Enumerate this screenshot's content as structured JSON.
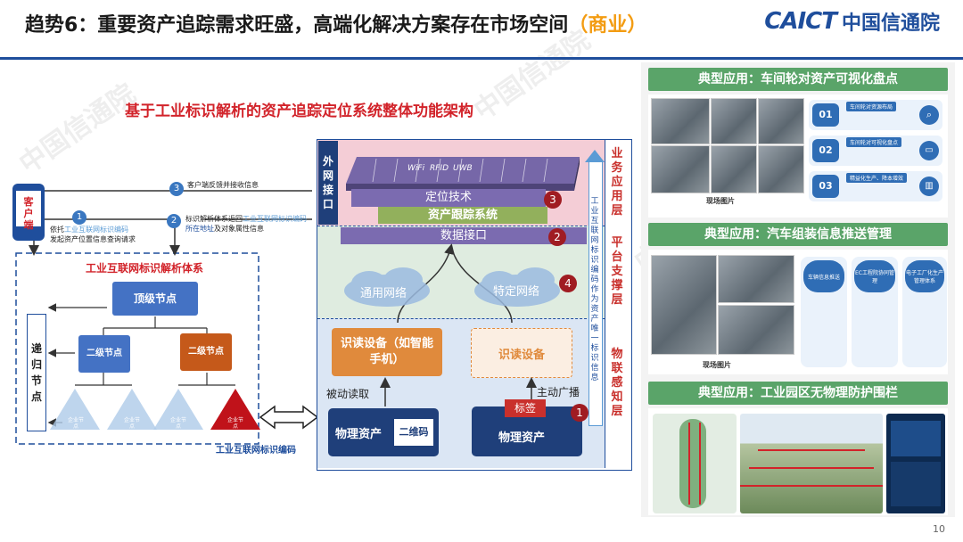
{
  "header": {
    "title_main": "趋势6：重要资产追踪需求旺盛，高端化解决方案存在市场空间",
    "title_tag": "（商业）",
    "logo_en": "CAICT",
    "logo_cn": "中国信通院"
  },
  "subtitle": "基于工业标识解析的资产追踪定位系统整体功能架构",
  "left_diagram": {
    "client_label": "客户端",
    "steps": [
      {
        "num": "1",
        "text_a": "依托",
        "text_highlight": "工业互联网标识编码",
        "text_b": "发起资产位置信息查询请求"
      },
      {
        "num": "2",
        "text_a": "标识解析体系返回",
        "text_highlight": "工业互联网标识编码",
        "text_b": "所在地址",
        "text_c": "及对象属性信息"
      },
      {
        "num": "3",
        "text_a": "客户端反馈并接收信息"
      }
    ],
    "system_title": "工业互联网标识解析体系",
    "recursive_label": "递归节点",
    "top_node": "顶级节点",
    "second_nodes": [
      "二级节点",
      "二级节点"
    ],
    "enterprise_nodes": [
      "企业节点",
      "企业节点",
      "企业节点",
      "企业节点"
    ],
    "code_label": "工业互联网标识编码"
  },
  "middle_diagram": {
    "outer_interface": "外网接口",
    "tech_items": [
      "WiFi",
      "RFID",
      "UWB"
    ],
    "positioning_tech": "定位技术",
    "asset_tracking": "资产跟踪系统",
    "data_interface": "数据接口",
    "general_network": "通用网络",
    "specific_network": "特定网络",
    "reader_a": "识读设备（如智能手机）",
    "reader_b": "识读设备",
    "passive_read": "被动读取",
    "active_broadcast": "主动广播",
    "physical_asset_a": "物理资产",
    "qr_code": "二维码",
    "tag": "标签",
    "physical_asset_b": "物理资产",
    "side_text": "工业互联网标识编码作为资产唯一标识信息",
    "layers": [
      {
        "num": "3",
        "label": "业务应用层"
      },
      {
        "num": "2",
        "label": "平台支撑层"
      },
      {
        "num": "1",
        "label": "物联感知层"
      }
    ],
    "num4": "4"
  },
  "right_panels": [
    {
      "title": "典型应用：车间轮对资产可视化盘点",
      "caption": "现场图片",
      "items": [
        {
          "num": "01",
          "label": "车间轮对资源布局"
        },
        {
          "num": "02",
          "label": "车间轮对可视化盘点"
        },
        {
          "num": "03",
          "label": "精益化生产、降本增效"
        }
      ]
    },
    {
      "title": "典型应用：汽车组装信息推送管理",
      "caption": "现场图片",
      "cards": [
        "车辆信息推送",
        "EC工程院协同管理",
        "电子工厂化生产管理体系"
      ]
    },
    {
      "title": "典型应用：工业园区无物理防护围栏"
    }
  ],
  "page_number": "10",
  "watermark": "中国信通院"
}
